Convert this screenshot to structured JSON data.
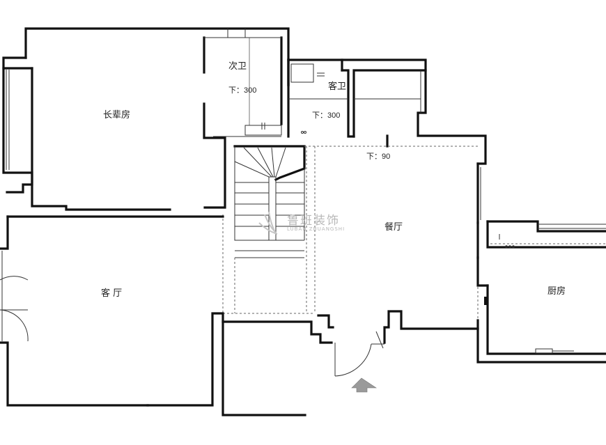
{
  "rooms": {
    "elder_room": "长辈房",
    "second_bath": "次卫",
    "guest_bath": "客卫",
    "dining": "餐厅",
    "living": "客 厅",
    "kitchen": "厨房"
  },
  "level_notes": {
    "second_bath": "下：300",
    "guest_bath": "下：300",
    "dining": "下：90"
  },
  "watermark": {
    "brand": "鲁班装饰",
    "pinyin": "LUBAN ZHUANGSHI"
  },
  "colors": {
    "wall": "#111111",
    "watermark": "#b8b8b8",
    "entry_arrow": "#9a9a9a"
  }
}
